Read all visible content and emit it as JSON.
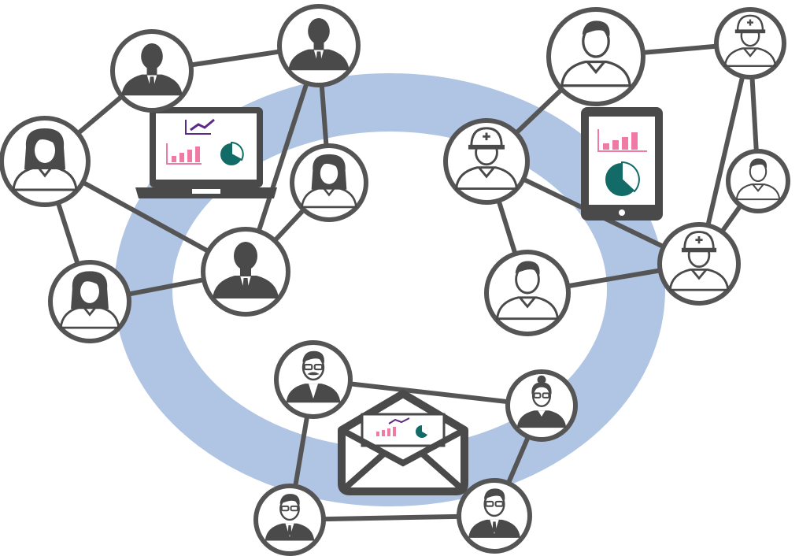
{
  "colors": {
    "ring": "#b0c4e4",
    "line": "#555555",
    "person_dark": "#4a4a4a",
    "chart_pink": "#f07aa6",
    "chart_teal": "#126b66",
    "chart_purple": "#5b2a86",
    "background": "#ffffff"
  },
  "groups": [
    {
      "id": "office-group",
      "device": "laptop-icon",
      "members": [
        "businessman-icon",
        "businessman-icon",
        "businesswoman-icon",
        "businesswoman-icon",
        "businessman-icon",
        "businesswoman-icon"
      ]
    },
    {
      "id": "field-group",
      "device": "tablet-icon",
      "members": [
        "worker-man-icon",
        "hardhat-worker-icon",
        "hardhat-worker-icon",
        "worker-man-icon",
        "hardhat-worker-icon",
        "worker-man-icon"
      ]
    },
    {
      "id": "mail-group",
      "device": "envelope-icon",
      "members": [
        "mustache-man-icon",
        "glasses-woman-icon",
        "glasses-man-icon",
        "glasses-man-icon"
      ]
    }
  ]
}
